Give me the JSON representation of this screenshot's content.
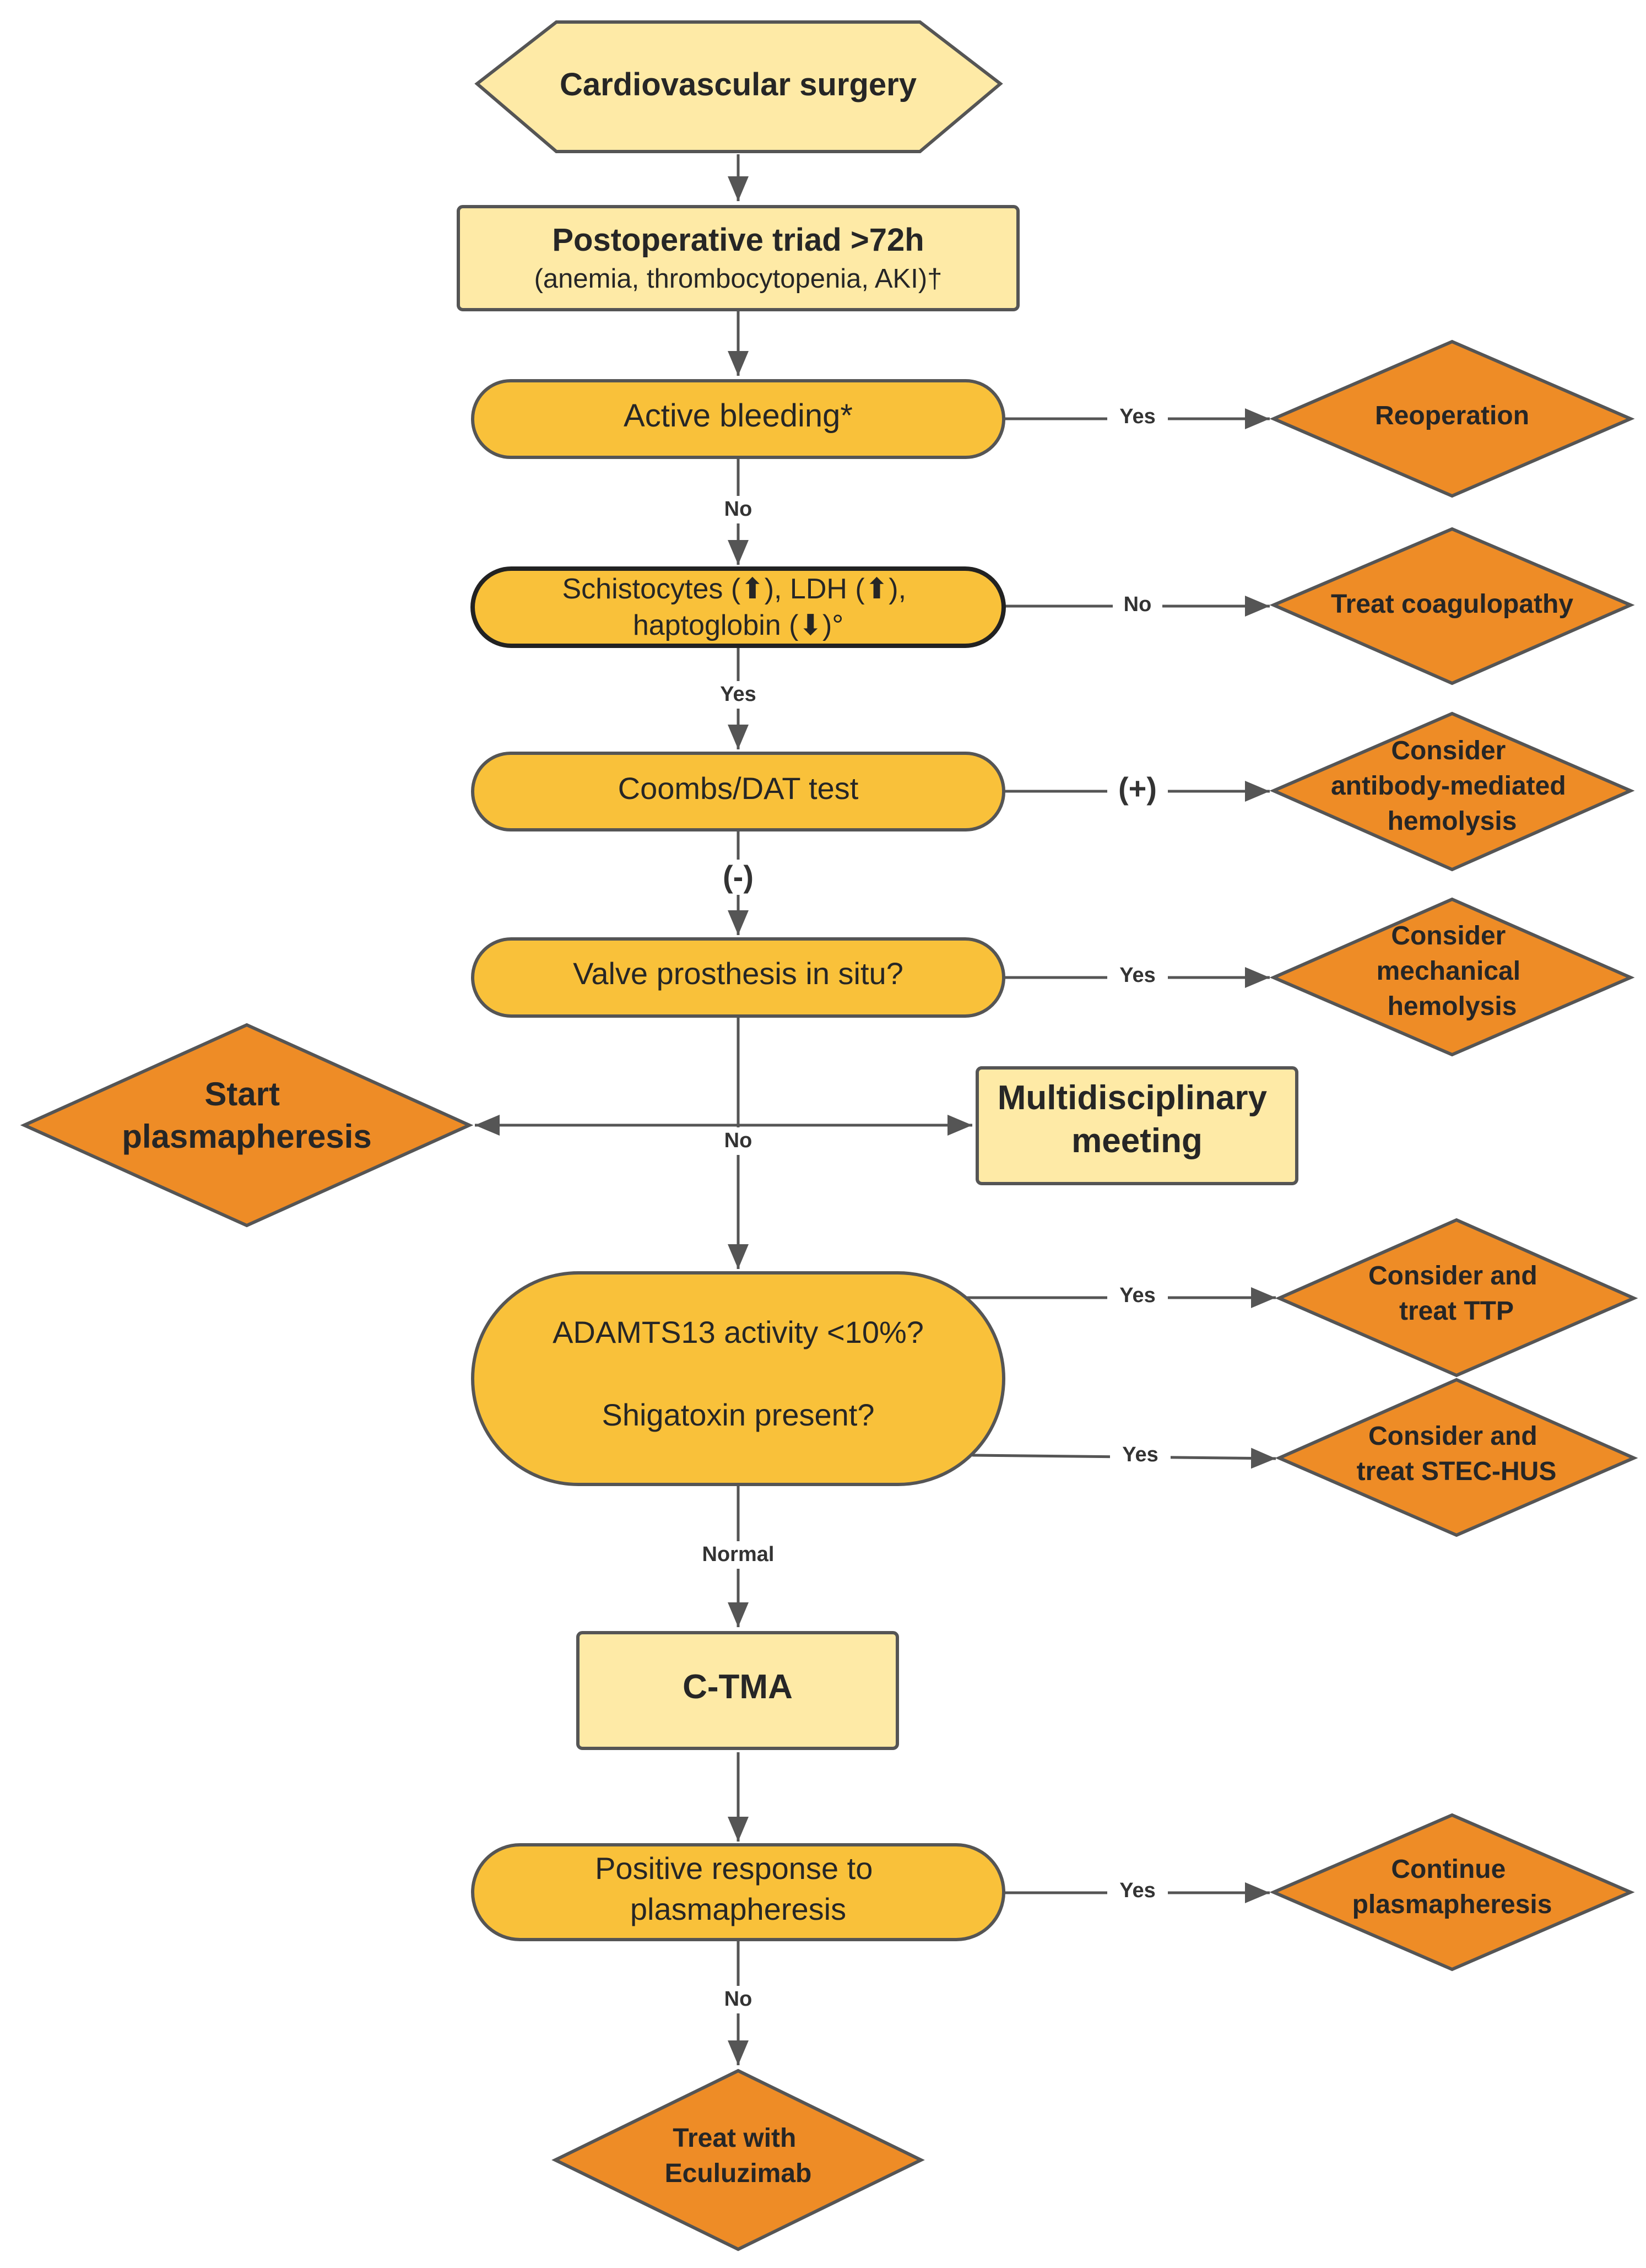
{
  "colors": {
    "light_box": "#FEEAA6",
    "gold": "#F9C13A",
    "orange": "#EE8C26",
    "stroke": "#555555",
    "text": "#262626"
  },
  "nodes": {
    "cardio": {
      "lines": [
        "Cardiovascular surgery"
      ]
    },
    "triad": {
      "line1": "Postoperative triad >72h",
      "line2": "(anemia, thrombocytopenia, AKI)†"
    },
    "bleeding": {
      "lines": [
        "Active bleeding*"
      ]
    },
    "reoperation": {
      "lines": [
        "Reoperation"
      ]
    },
    "schisto": {
      "lines": [
        "Schistocytes (⬆), LDH (⬆),",
        "haptoglobin (⬇)°"
      ]
    },
    "coagulopathy": {
      "lines": [
        "Treat coagulopathy"
      ]
    },
    "coombs": {
      "lines": [
        "Coombs/DAT test"
      ]
    },
    "antibody": {
      "lines": [
        "Consider",
        "antibody-mediated",
        "hemolysis"
      ]
    },
    "valve": {
      "lines": [
        "Valve prosthesis in situ?"
      ]
    },
    "mechanical": {
      "lines": [
        "Consider",
        "mechanical",
        "hemolysis"
      ]
    },
    "plasmapheresis": {
      "lines": [
        "Start",
        "plasmapheresis"
      ]
    },
    "multidisciplinary": {
      "lines": [
        "Multidisciplinary",
        "meeting"
      ]
    },
    "adamts": {
      "line1": "ADAMTS13 activity <10%?",
      "line2": "Shigatoxin present?"
    },
    "ttp": {
      "lines": [
        "Consider and",
        "treat TTP"
      ]
    },
    "stec": {
      "lines": [
        "Consider and",
        "treat STEC-HUS"
      ]
    },
    "ctma": {
      "lines": [
        "C-TMA"
      ]
    },
    "response": {
      "lines": [
        "Positive response to",
        "plasmapheresis"
      ]
    },
    "continue": {
      "lines": [
        "Continue",
        "plasmapheresis"
      ]
    },
    "eculizumab": {
      "lines": [
        "Treat with",
        "Eculuzimab"
      ]
    }
  },
  "edge_labels": {
    "bleeding_yes": "Yes",
    "bleeding_no": "No",
    "schisto_no": "No",
    "schisto_yes": "Yes",
    "coombs_pos": "(+)",
    "coombs_neg": "(-)",
    "valve_yes": "Yes",
    "valve_no": "No",
    "adamts_yes": "Yes",
    "shiga_yes": "Yes",
    "normal": "Normal",
    "response_yes": "Yes",
    "response_no": "No"
  }
}
